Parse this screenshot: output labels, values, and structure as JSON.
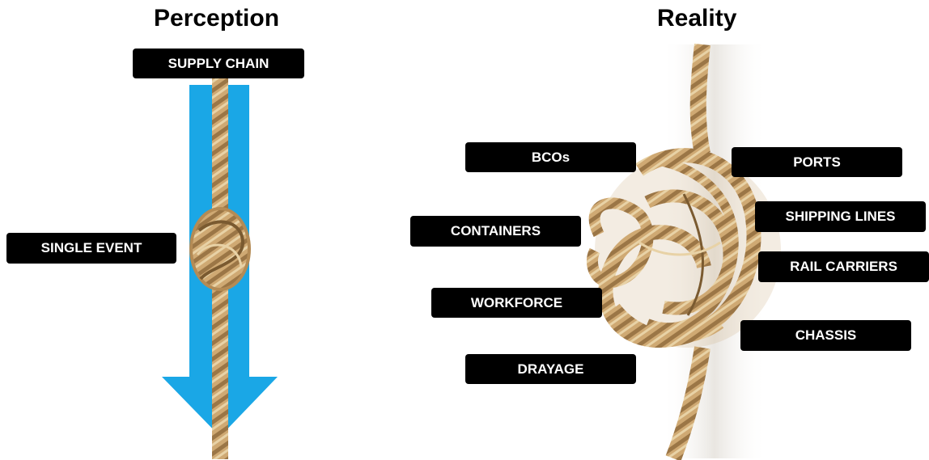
{
  "perception": {
    "heading": "Perception",
    "top_label": "SUPPLY CHAIN",
    "side_label": "SINGLE EVENT",
    "arrow_color": "#1aa7e6"
  },
  "reality": {
    "heading": "Reality",
    "labels_left": [
      "BCOs",
      "CONTAINERS",
      "WORKFORCE",
      "DRAYAGE"
    ],
    "labels_right": [
      "PORTS",
      "SHIPPING LINES",
      "RAIL CARRIERS",
      "CHASSIS"
    ]
  },
  "colors": {
    "rope": "#c9a46e",
    "rope_dark": "#8a6a3c",
    "rope_light": "#e6cfa3",
    "label_bg": "#000000",
    "label_text": "#ffffff"
  }
}
